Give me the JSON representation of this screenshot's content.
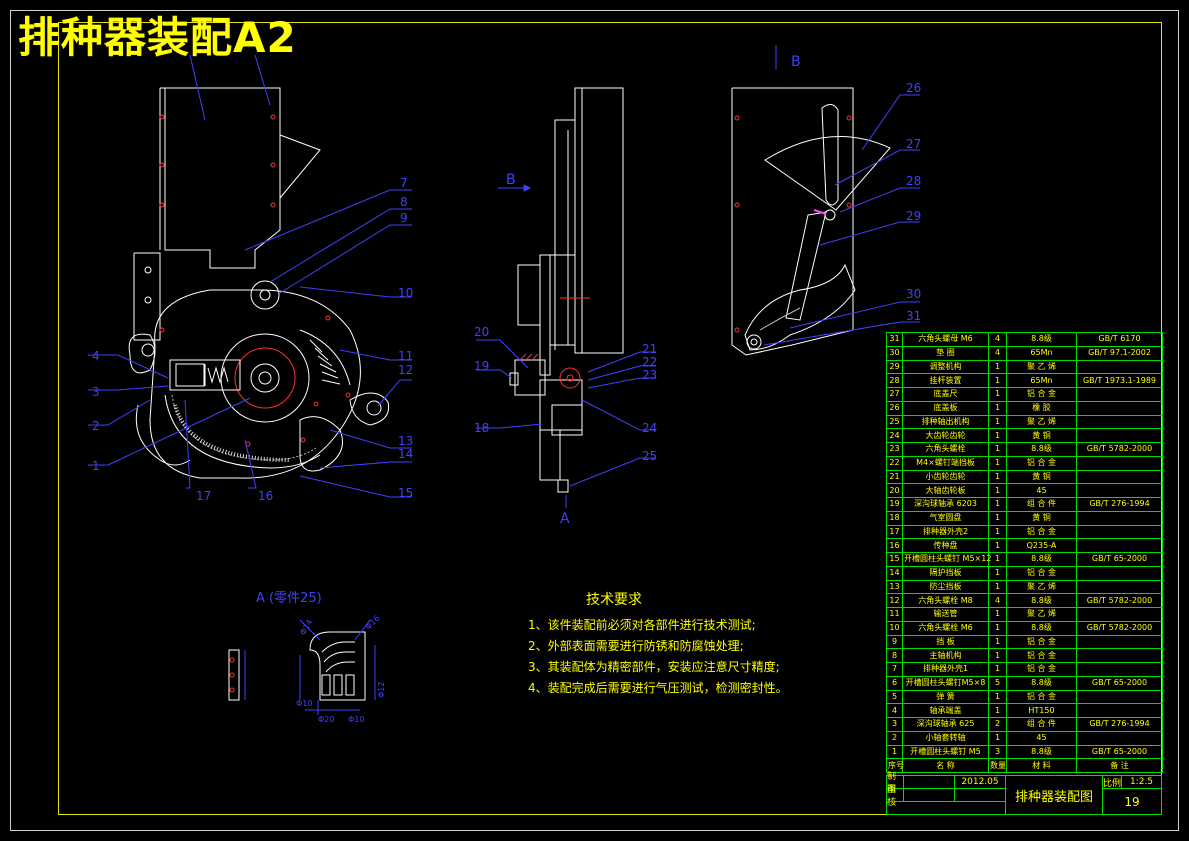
{
  "title": "排种器装配A2",
  "view_labels": {
    "b_top": "B",
    "b_arrow": "B",
    "a_bottom": "A",
    "detail_a": "A (零件25)"
  },
  "part_callouts_left": [
    "4",
    "3",
    "2",
    "1",
    "17",
    "16",
    "7",
    "8",
    "9",
    "10",
    "11",
    "12",
    "13",
    "14",
    "15"
  ],
  "part_callouts_mid": [
    "20",
    "19",
    "18",
    "21",
    "22",
    "23",
    "24",
    "25"
  ],
  "part_callouts_right": [
    "26",
    "27",
    "28",
    "29",
    "30",
    "31"
  ],
  "detail_dims": [
    "Φ10",
    "Φ10",
    "Φ14",
    "Φ16",
    "Φ12",
    "Φ20"
  ],
  "tech_req": {
    "heading": "技术要求",
    "lines": [
      "1、该件装配前必须对各部件进行技术测试;",
      "2、外部表面需要进行防锈和防腐蚀处理;",
      "3、其装配体为精密部件，安装应注意尺寸精度;",
      "4、装配完成后需要进行气压测试，检测密封性。"
    ]
  },
  "bom": {
    "rows": [
      [
        "31",
        "六角头螺母  M6",
        "4",
        "8.8级",
        "GB/T 6170"
      ],
      [
        "30",
        "垫  圈",
        "4",
        "65Mn",
        "GB/T 97.1-2002"
      ],
      [
        "29",
        "调整机构",
        "1",
        "聚 乙 烯",
        ""
      ],
      [
        "28",
        "挂杆装置",
        "1",
        "65Mn",
        "GB/T 1973.1-1989"
      ],
      [
        "27",
        "底盖尺",
        "1",
        "铝 合 金",
        ""
      ],
      [
        "26",
        "底盖板",
        "1",
        "橡  胶",
        ""
      ],
      [
        "25",
        "排种轴出机构",
        "1",
        "聚 乙 烯",
        ""
      ],
      [
        "24",
        "大齿轮齿轮",
        "1",
        "黄  铜",
        ""
      ],
      [
        "23",
        "六角头螺栓",
        "1",
        "8.8级",
        "GB/T 5782-2000"
      ],
      [
        "22",
        "M4×螺钉端挡板",
        "1",
        "铝 合 金",
        ""
      ],
      [
        "21",
        "小齿轮齿轮",
        "1",
        "黄  铜",
        ""
      ],
      [
        "20",
        "大轴齿轮板",
        "1",
        "45",
        ""
      ],
      [
        "19",
        "深沟球轴承 6203",
        "1",
        "组 合 件",
        "GB/T 276-1994"
      ],
      [
        "18",
        "气室圆盘",
        "1",
        "黄  铜",
        ""
      ],
      [
        "17",
        "排种器外壳2",
        "1",
        "铝 合 金",
        ""
      ],
      [
        "16",
        "传种盘",
        "1",
        "Q235-A",
        ""
      ],
      [
        "15",
        "开槽圆柱头螺钉 M5×12",
        "1",
        "8.8级",
        "GB/T 65-2000"
      ],
      [
        "14",
        "隔护挡板",
        "1",
        "铝 合 金",
        ""
      ],
      [
        "13",
        "防尘挡板",
        "1",
        "聚 乙 烯",
        ""
      ],
      [
        "12",
        "六角头螺栓  M8",
        "4",
        "8.8级",
        "GB/T 5782-2000"
      ],
      [
        "11",
        "输送管",
        "1",
        "聚 乙 烯",
        ""
      ],
      [
        "10",
        "六角头螺栓  M6",
        "1",
        "8.8级",
        "GB/T 5782-2000"
      ],
      [
        "9",
        "挡  板",
        "1",
        "铝 合 金",
        ""
      ],
      [
        "8",
        "主轴机构",
        "1",
        "铝 合 金",
        ""
      ],
      [
        "7",
        "排种器外壳1",
        "1",
        "铝 合 金",
        ""
      ],
      [
        "6",
        "开槽圆柱头螺钉M5×8",
        "5",
        "8.8级",
        "GB/T 65-2000"
      ],
      [
        "5",
        "弹  簧",
        "1",
        "铝 合 金",
        ""
      ],
      [
        "4",
        "轴承端盖",
        "1",
        "HT150",
        ""
      ],
      [
        "3",
        "深沟球轴承 625",
        "2",
        "组 合 件",
        "GB/T 276-1994"
      ],
      [
        "2",
        "小轴套转轴",
        "1",
        "45",
        ""
      ],
      [
        "1",
        "开槽圆柱头螺钉 M5",
        "3",
        "8.8级",
        "GB/T 65-2000"
      ],
      [
        "序号",
        "名  称",
        "数量",
        "材  料",
        "备  注"
      ]
    ]
  },
  "title_block": {
    "designer": "制图",
    "checker": "审核",
    "date": "2012.05",
    "drawing_name": "排种器装配图",
    "ratio_label": "比例",
    "ratio": "1:2.5",
    "sheet": "19"
  }
}
